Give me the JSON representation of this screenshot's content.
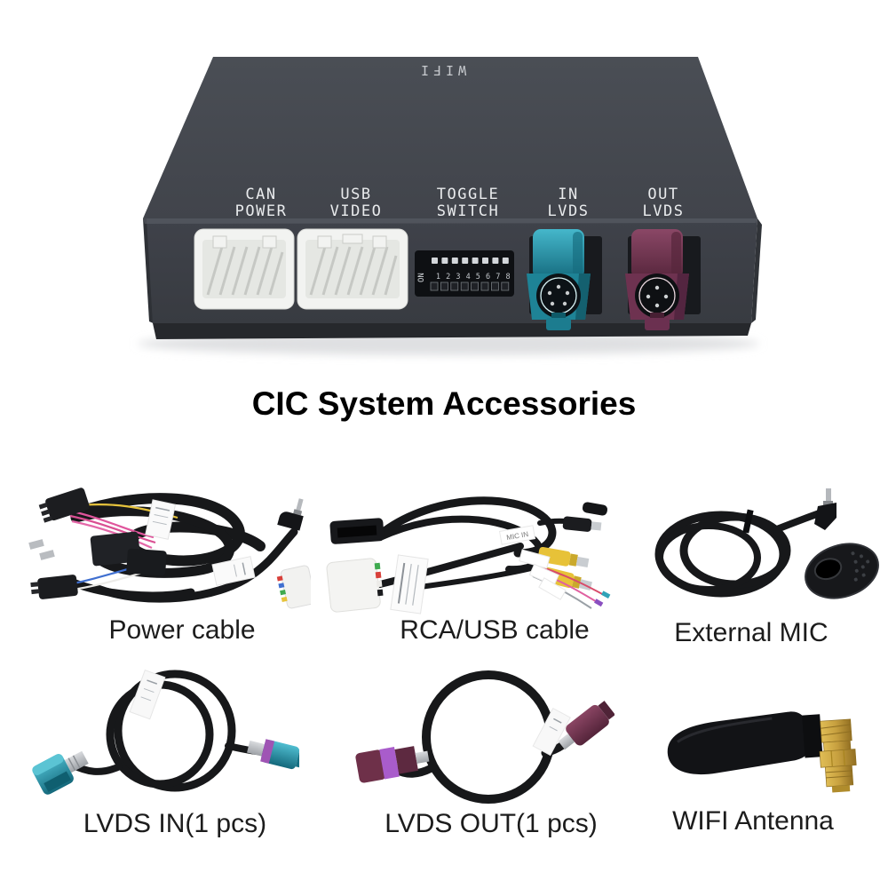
{
  "title": "CIC System Accessories",
  "device": {
    "top_label": "WIFI",
    "port_labels": [
      {
        "line1": "CAN",
        "line2": "POWER"
      },
      {
        "line1": "USB",
        "line2": "VIDEO"
      },
      {
        "line1": "TOGGLE",
        "line2": "SWITCH"
      },
      {
        "line1": "IN",
        "line2": "LVDS"
      },
      {
        "line1": "OUT",
        "line2": "LVDS"
      }
    ],
    "dip_switch": {
      "on_label": "ON",
      "numbers": "1 2 3 4 5 6 7 8"
    },
    "colors": {
      "top_face": "#45484e",
      "front_face": "#3d4046",
      "lvds_in_connector": "#2191a6",
      "lvds_out_connector": "#72314e"
    }
  },
  "accessories": [
    {
      "caption": "Power cable"
    },
    {
      "caption": "RCA/USB cable",
      "tag": "MIC IN"
    },
    {
      "caption": "External MIC"
    },
    {
      "caption": "LVDS IN(1 pcs)"
    },
    {
      "caption": "LVDS OUT(1 pcs)"
    },
    {
      "caption": "WIFI Antenna"
    }
  ],
  "accessory_colors": {
    "cable_black": "#17181a",
    "rca_yellow": "#e7c238",
    "antenna_gold": "#c7a03f",
    "wire_pink": "#e0559c",
    "band_purple": "#a95ccb"
  }
}
